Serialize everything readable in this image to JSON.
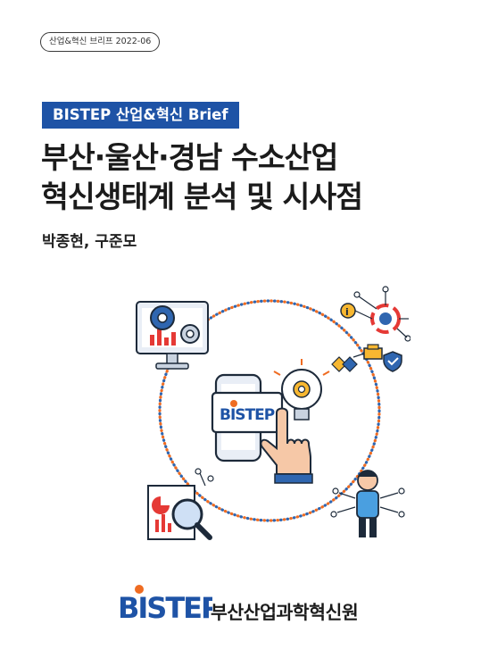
{
  "cover": {
    "series_tag": "산업&혁신 브리프 2022-06",
    "banner": "BISTEP 산업&혁신 Brief",
    "title_line1": "부산·울산·경남 수소산업",
    "title_line2": "혁신생태계 분석 및 시사점",
    "authors": "박종현, 구준모"
  },
  "logo": {
    "brand": "BISTEP",
    "org_name": "부산산업과학혁신원"
  },
  "colors": {
    "brand_blue": "#1e53a6",
    "accent_orange": "#ef6c22",
    "accent_red": "#e53935",
    "dotted_blue": "#2f66b0"
  },
  "icons": [
    "monitor-gear-icon",
    "network-lightbulb-icon",
    "smartphone-icon",
    "lightbulb-gear-icon",
    "pointing-hand-icon",
    "analytics-magnifier-icon",
    "person-network-icon",
    "shield-check-icon"
  ]
}
